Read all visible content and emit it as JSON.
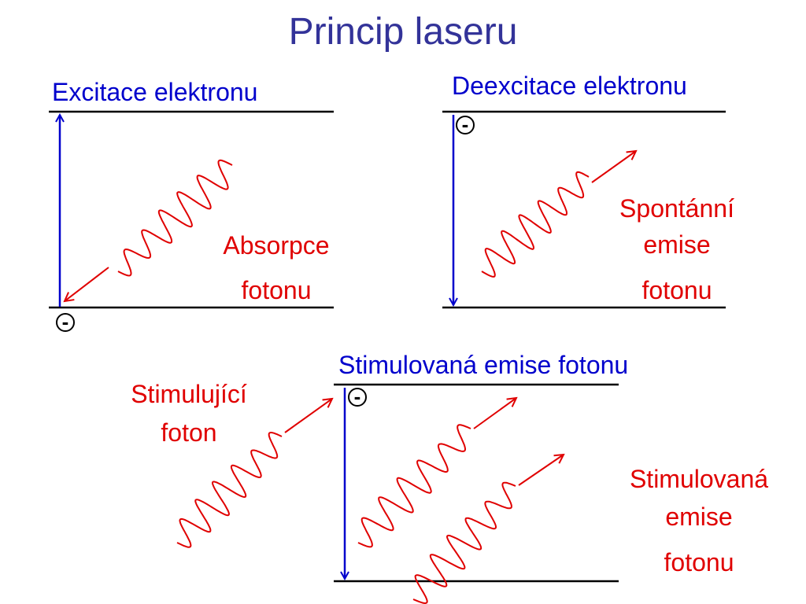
{
  "title": "Princip laseru",
  "colors": {
    "title": "#333399",
    "level_line": "#000000",
    "transition_arrow": "#0000cc",
    "photon": "#e00000",
    "label_blue": "#0000cc",
    "label_red": "#e00000"
  },
  "panels": {
    "excitation": {
      "heading": "Excitace elektronu",
      "photon_label_line1": "Absorpce",
      "photon_label_line2": "fotonu",
      "electron_symbol": "-"
    },
    "deexcitation": {
      "heading": "Deexcitace elektronu",
      "photon_label_line1": "Spontánní",
      "photon_label_line2": "emise",
      "photon_label_line3": "fotonu",
      "electron_symbol": "-"
    },
    "stimulated": {
      "heading": "Stimulovaná emise fotonu",
      "incoming_label_line1": "Stimulující",
      "incoming_label_line2": "foton",
      "emitted_label_line1": "Stimulovaná",
      "emitted_label_line2": "emise",
      "emitted_label_line3": "fotonu",
      "electron_symbol": "-"
    }
  }
}
